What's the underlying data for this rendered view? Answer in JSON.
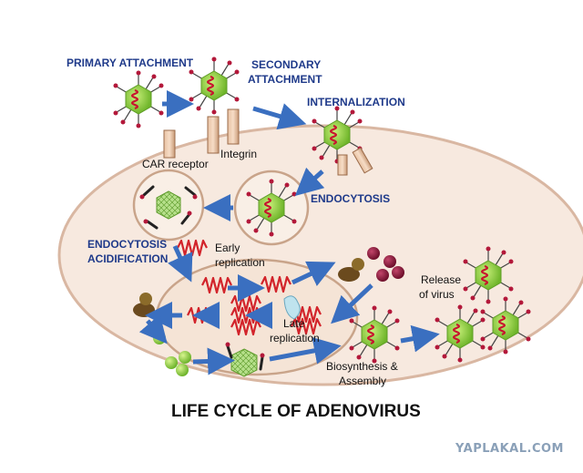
{
  "labels": {
    "primary_attachment": "PRIMARY ATTACHMENT",
    "secondary_attachment_1": "SECONDARY",
    "secondary_attachment_2": "ATTACHMENT",
    "internalization": "INTERNALIZATION",
    "integrin": "Integrin",
    "car_receptor": "CAR receptor",
    "endocytosis": "ENDOCYTOSIS",
    "endocytosis_acidification_1": "ENDOCYTOSIS",
    "endocytosis_acidification_2": "ACIDIFICATION",
    "early_replication_1": "Early",
    "early_replication_2": "replication",
    "late_replication_1": "Late",
    "late_replication_2": "replication",
    "release_1": "Release",
    "release_2": "of virus",
    "biosynthesis_1": "Biosynthesis &",
    "biosynthesis_2": "Assembly"
  },
  "title": "LIFE CYCLE OF ADENOVIRUS",
  "watermark": "YAPLAKAL.COM",
  "colors": {
    "label_blue": "#1f3a8a",
    "arrow_blue": "#3a6fc0",
    "cell_fill": "#f7e9df",
    "cell_stroke": "#d9b7a2",
    "virus_green": "#8fcf3a",
    "rna_red": "#d2232a"
  }
}
